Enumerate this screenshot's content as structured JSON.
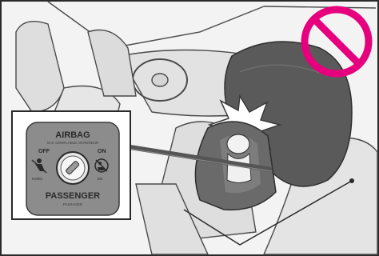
{
  "illustration": {
    "subject": "passenger-airbag-child-seat-warning",
    "prohibition_color": "#e6007e",
    "ink_color": "#3a3a3a",
    "panel_color": "#8c8c8c",
    "scene_color": "#f2f2f2"
  },
  "switch_panel": {
    "title": "AIRBAG",
    "title_sub": "SAC GONFLABLE ANTERIEUR",
    "off_label": "OFF",
    "off_sub": "HORS",
    "on_label": "ON",
    "on_sub": "EN",
    "bottom_label": "PASSENGER",
    "bottom_sub": "PASSAGER"
  }
}
